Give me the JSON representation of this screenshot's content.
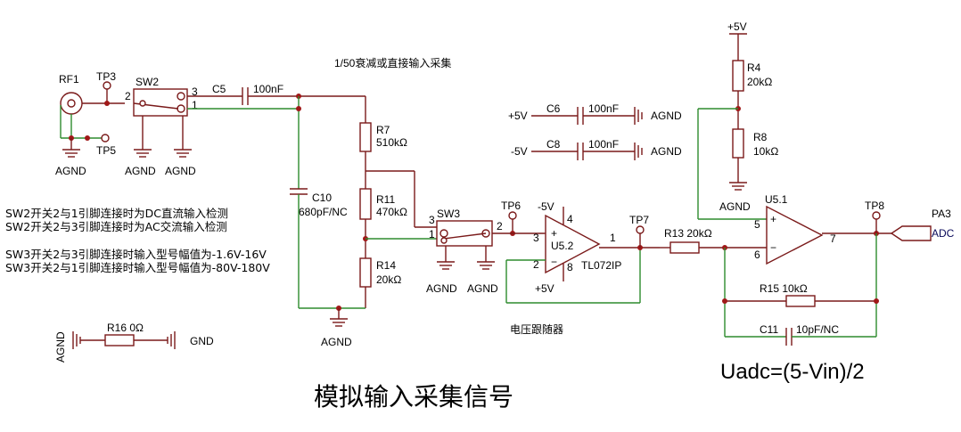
{
  "title": "模拟输入采集信号",
  "formula": "Uadc=(5-Vin)/2",
  "header_note": "1/50衰减或直接输入采集",
  "follower_label": "电压跟随器",
  "notes": [
    "SW2开关2与1引脚连接时为DC直流输入检测",
    "SW2开关2与3引脚连接时为AC交流输入检测",
    "SW3开关2与3引脚连接时输入型号幅值为-1.6V-16V",
    "SW3开关2与1引脚连接时输入型号幅值为-80V-180V"
  ],
  "components": {
    "rf1": "RF1",
    "tp3": "TP3",
    "tp5": "TP5",
    "tp6": "TP6",
    "tp7": "TP7",
    "tp8": "TP8",
    "sw2": "SW2",
    "sw3": "SW3",
    "c5": "C5",
    "c5_val": "100nF",
    "c6": "C6",
    "c6_val": "100nF",
    "c8": "C8",
    "c8_val": "100nF",
    "c10": "C10",
    "c10_val": "680pF/NC",
    "c11": "C11",
    "c11_val": "10pF/NC",
    "r4": "R4",
    "r4_val": "20kΩ",
    "r7": "R7",
    "r7_val": "510kΩ",
    "r8": "R8",
    "r8_val": "10kΩ",
    "r11": "R11",
    "r11_val": "470kΩ",
    "r13": "R13 20kΩ",
    "r14": "R14",
    "r14_val": "20kΩ",
    "r15": "R15 10kΩ",
    "r16": "R16 0Ω",
    "u52": "U5.2",
    "u52_part": "TL072IP",
    "u51": "U5.1",
    "pa3": "PA3",
    "adc": "ADC"
  },
  "nets": {
    "agnd": "AGND",
    "gnd": "GND",
    "p5v": "+5V",
    "m5v": "-5V"
  },
  "pins": {
    "p1": "1",
    "p2": "2",
    "p3": "3",
    "p4": "4",
    "p5": "5",
    "p6": "6",
    "p7": "7",
    "p8": "8",
    "plus": "+",
    "minus": "−"
  },
  "colors": {
    "wire": "#7a1a1a",
    "net": "#2e8b2e",
    "junction": "#a01818"
  }
}
